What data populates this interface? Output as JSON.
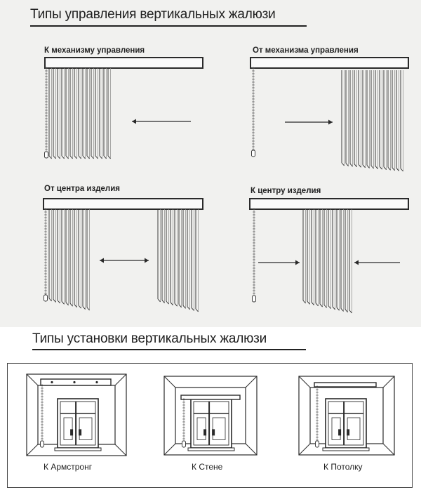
{
  "section_control": {
    "title": "Типы управления вертикальных жалюзи",
    "diagrams": [
      {
        "label": "К механизму управления"
      },
      {
        "label": "От механизма управления"
      },
      {
        "label": "От центра изделия"
      },
      {
        "label": "К центру изделия"
      }
    ]
  },
  "section_installation": {
    "title": "Типы установки вертикальных жалюзи",
    "items": [
      {
        "label": "К Армстронг"
      },
      {
        "label": "К Стене"
      },
      {
        "label": "К Потолку"
      }
    ]
  }
}
